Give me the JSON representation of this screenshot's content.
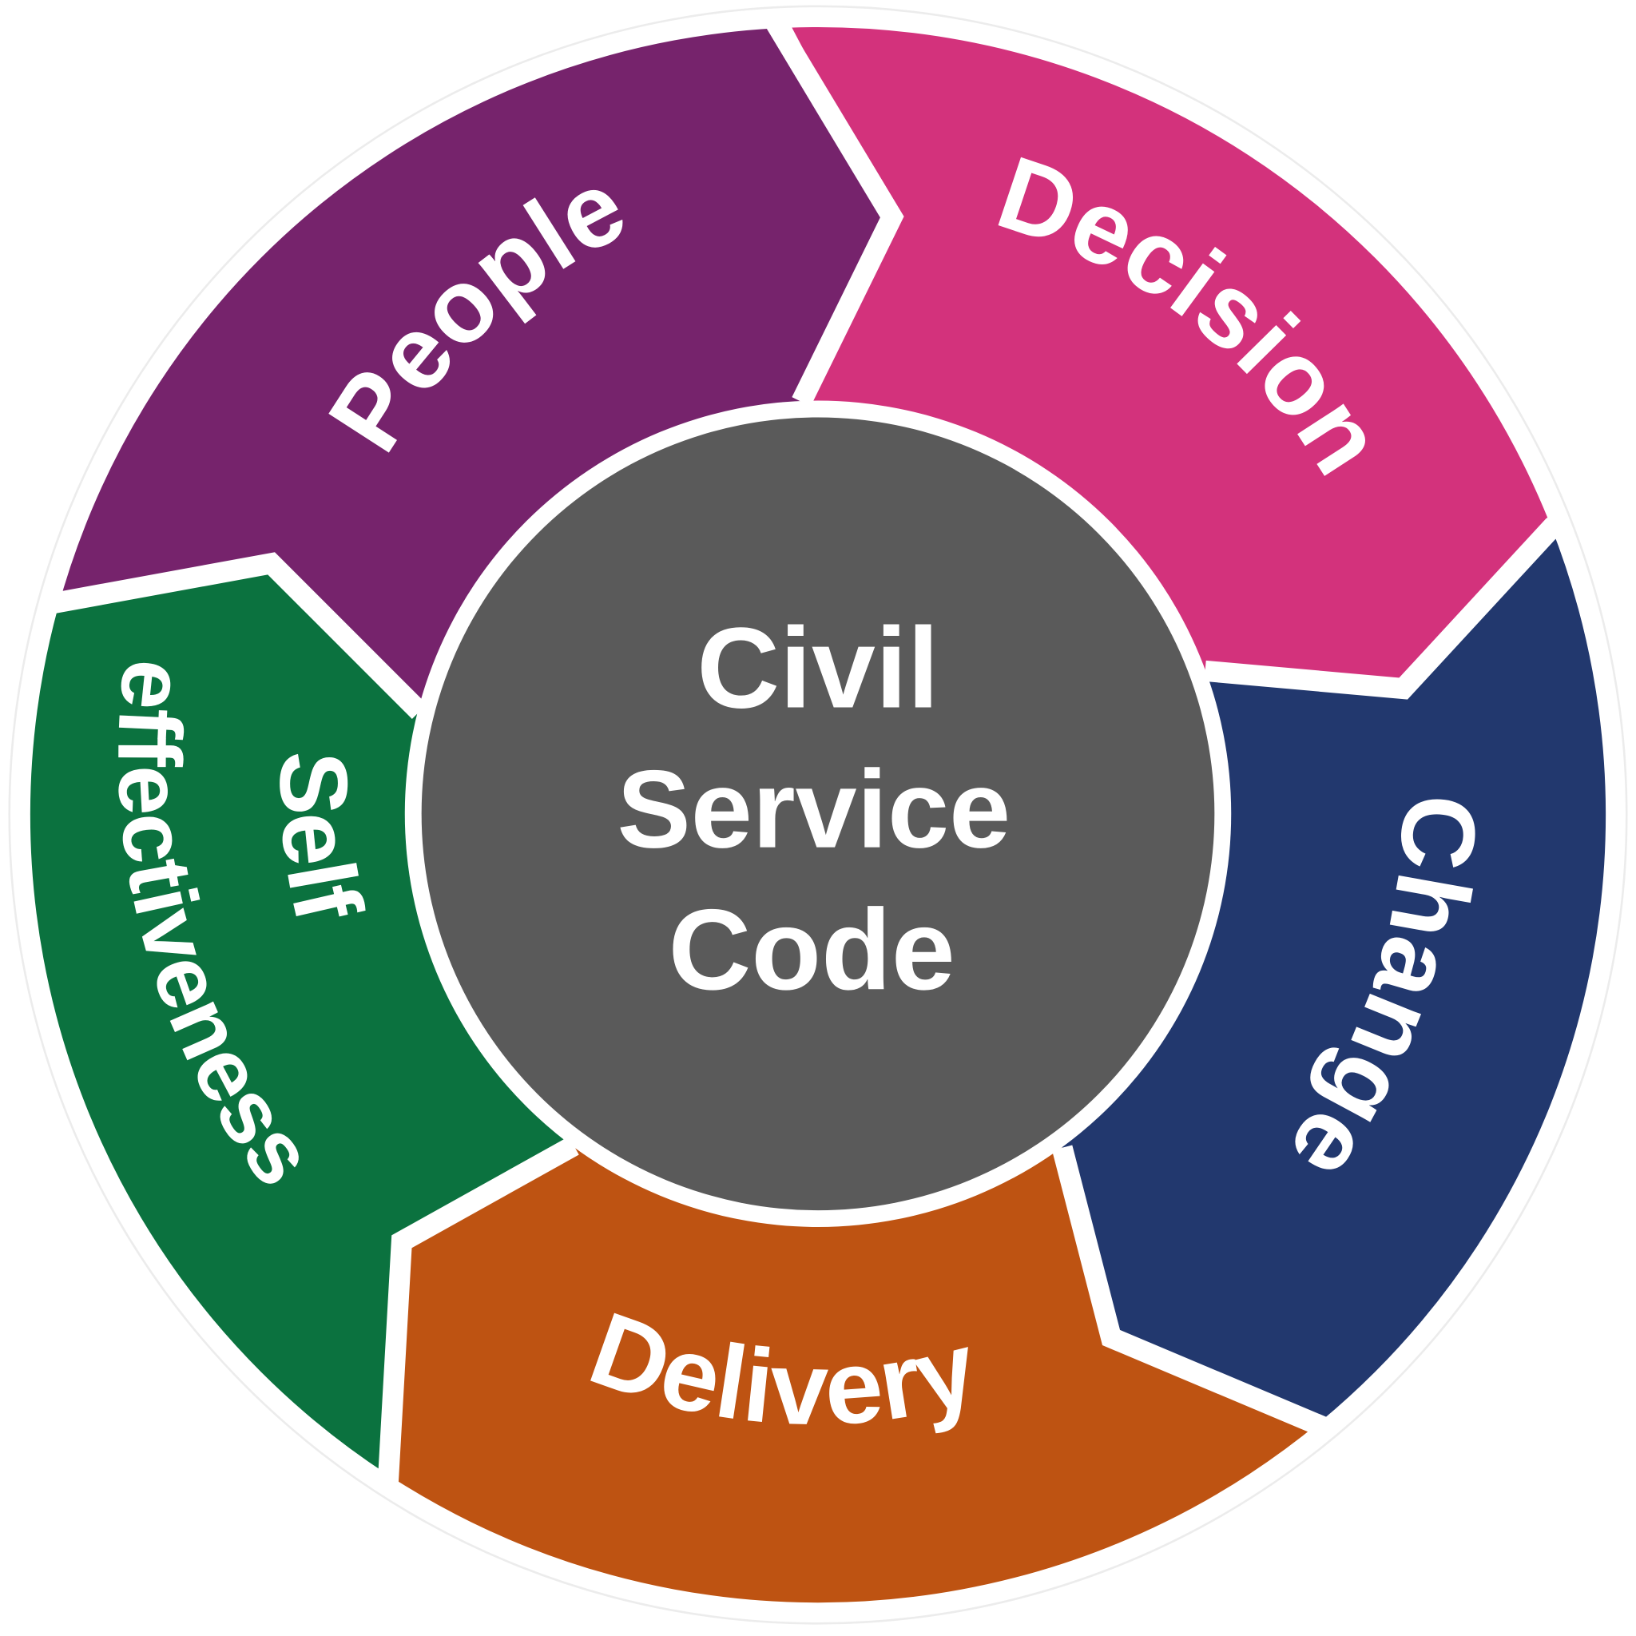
{
  "diagram": {
    "title": "Civil Service Code",
    "center": {
      "lines": [
        "Civil",
        "Service",
        "Code"
      ],
      "color": "#5a5a5a"
    },
    "segments": [
      {
        "id": "people",
        "label": "People",
        "color": "#76236c"
      },
      {
        "id": "decision",
        "label": "Decision",
        "color": "#d3327c"
      },
      {
        "id": "change",
        "label": "Change",
        "color": "#22386e"
      },
      {
        "id": "delivery",
        "label": "Delivery",
        "color": "#be5312"
      },
      {
        "id": "self-effectiveness",
        "label_lines": [
          "Self",
          "effectiveness"
        ],
        "color": "#0b723f"
      }
    ],
    "separator_color": "#ffffff",
    "outer_ring_color": "#ececec"
  }
}
